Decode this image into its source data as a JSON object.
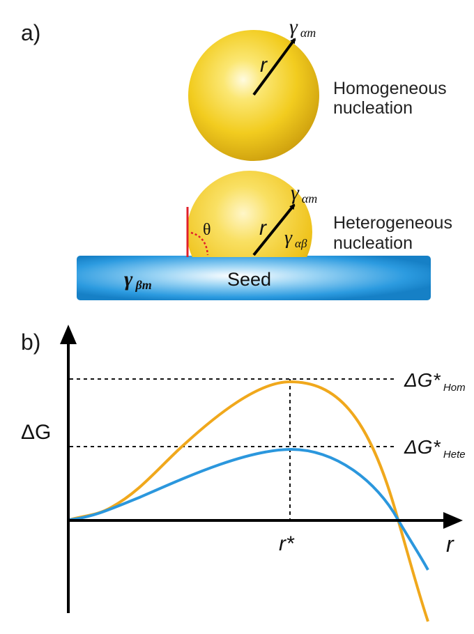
{
  "panel_a": {
    "label": "a)",
    "homogeneous": {
      "line1": "Homogeneous",
      "line2": "nucleation",
      "radius_label": "r",
      "gamma_symbol": "γ",
      "gamma_sub": "αm"
    },
    "heterogeneous": {
      "line1": "Heterogeneous",
      "line2": "nucleation",
      "radius_label": "r",
      "gamma_symbol": "γ",
      "gamma_sub": "αm",
      "gamma_inner_sub": "αβ",
      "angle_label": "θ",
      "seed_label": "Seed",
      "seed_gamma_sub": "βm"
    }
  },
  "panel_b": {
    "label": "b)",
    "y_axis_label": "ΔG",
    "x_axis_label": "r",
    "r_star_label": "r*",
    "hom_barrier": {
      "main": "ΔG*",
      "sub": "Hom"
    },
    "hete_barrier": {
      "main": "ΔG*",
      "sub": "Hete"
    }
  },
  "colors": {
    "sphere": "#f2cc1f",
    "seed": "#1d8fd6",
    "homogeneous_curve": "#f0a81c",
    "heterogeneous_curve": "#2b97dd",
    "contact_line": "#e0202a",
    "axes": "#000000"
  }
}
